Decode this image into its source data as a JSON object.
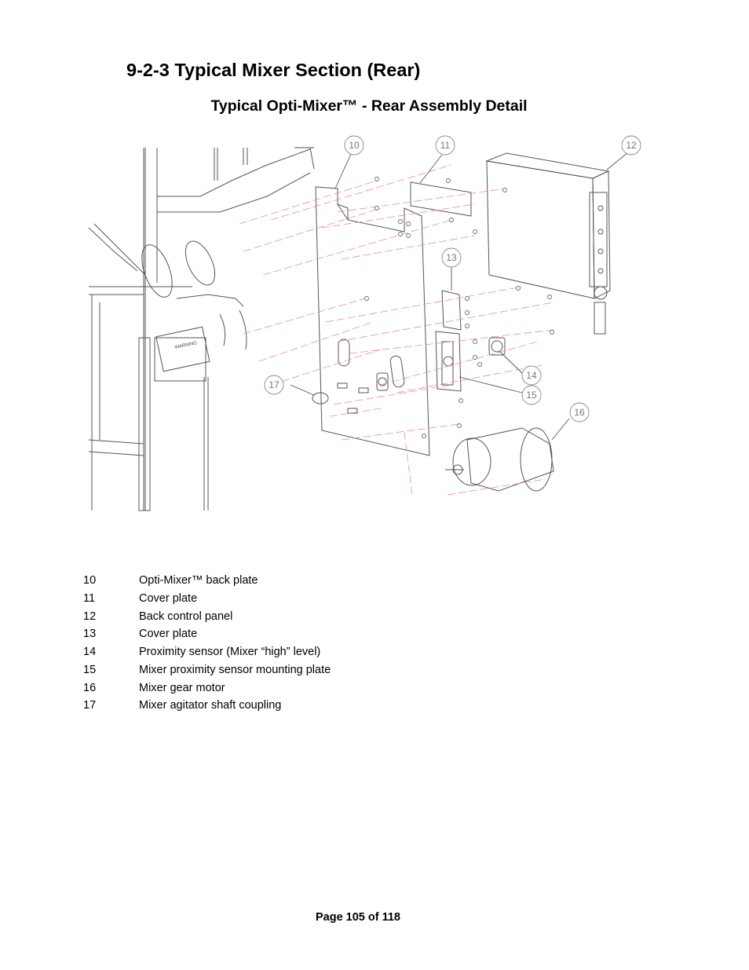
{
  "document": {
    "section_title": "9-2-3  Typical Mixer Section (Rear)",
    "figure_title": "Typical Opti-Mixer™ - Rear Assembly Detail",
    "figure": {
      "callouts": [
        "10",
        "11",
        "12",
        "13",
        "14",
        "15",
        "16",
        "17"
      ],
      "warning_label": "WARNING"
    },
    "parts": [
      {
        "num": "10",
        "desc": "Opti-Mixer™ back plate"
      },
      {
        "num": "11",
        "desc": "Cover plate"
      },
      {
        "num": "12",
        "desc": "Back control panel"
      },
      {
        "num": "13",
        "desc": "Cover plate"
      },
      {
        "num": "14",
        "desc": "Proximity sensor (Mixer “high” level)"
      },
      {
        "num": "15",
        "desc": "Mixer proximity sensor mounting plate"
      },
      {
        "num": "16",
        "desc": "Mixer gear motor"
      },
      {
        "num": "17",
        "desc": "Mixer agitator shaft coupling"
      }
    ],
    "footer": "Page 105 of 118"
  },
  "colors": {
    "line": "#555555",
    "centerline": "#e89090",
    "callout": "#888888"
  }
}
